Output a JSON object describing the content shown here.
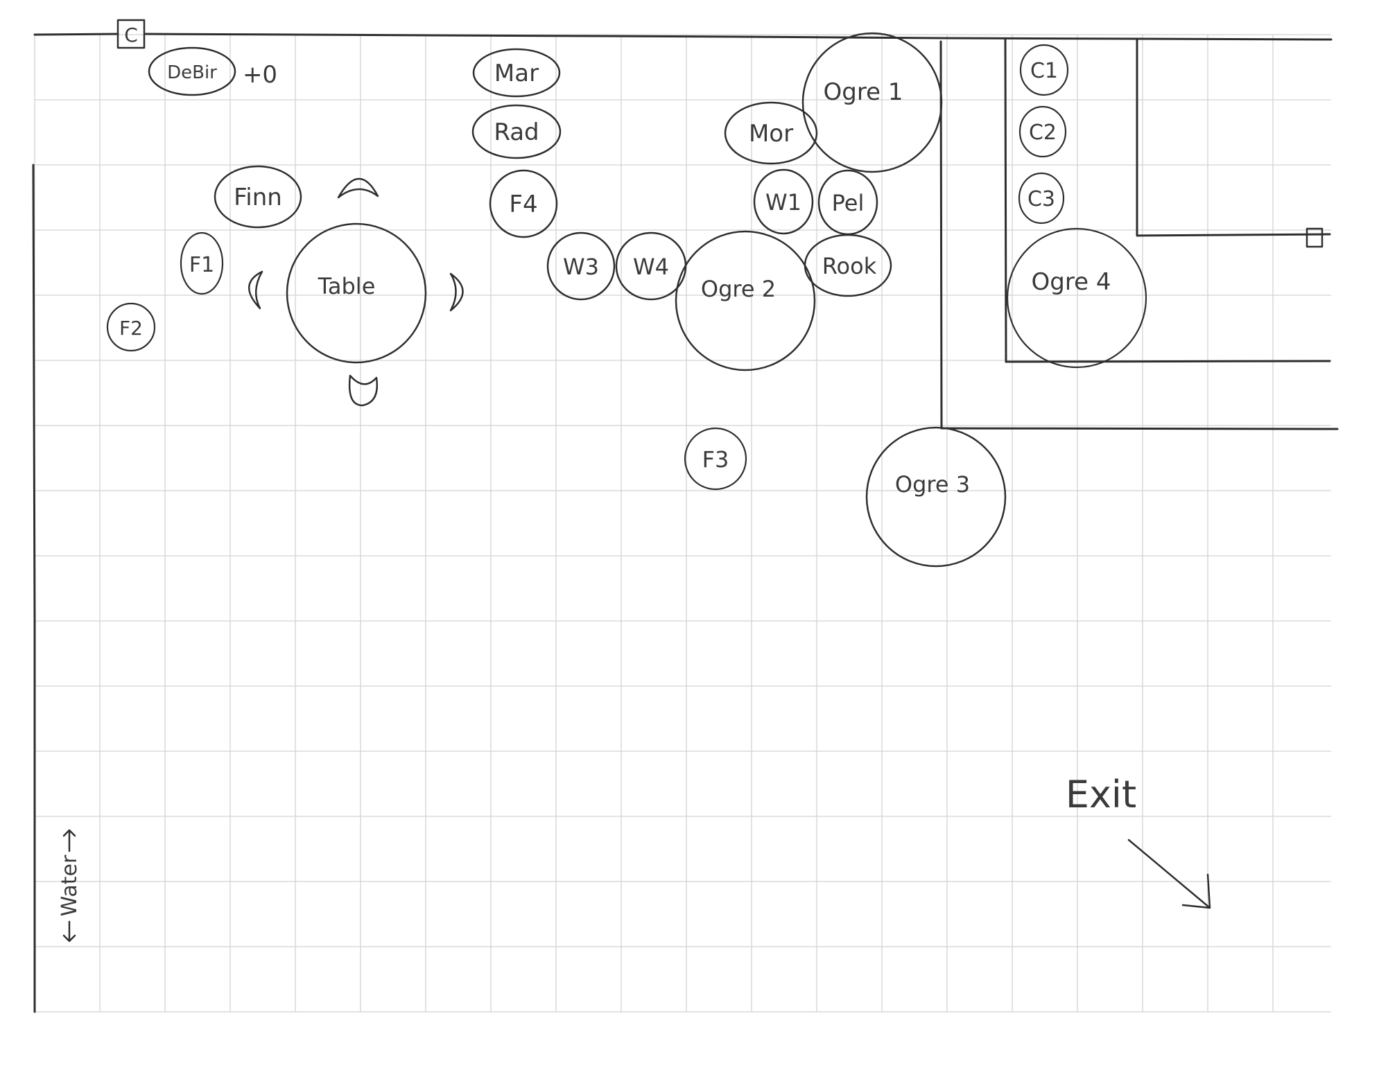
{
  "tokens": {
    "c_corner": "C",
    "debir": "DeBir",
    "debir_note": "+0",
    "mar": "Mar",
    "rad": "Rad",
    "finn": "Finn",
    "f1": "F1",
    "f2": "F2",
    "f3": "F3",
    "f4": "F4",
    "table": "Table",
    "w1": "W1",
    "w3": "W3",
    "w4": "W4",
    "mor": "Mor",
    "pel": "Pel",
    "rook": "Rook",
    "ogre1": "Ogre 1",
    "ogre2": "Ogre 2",
    "ogre3": "Ogre 3",
    "ogre4": "Ogre 4",
    "c1": "C1",
    "c2": "C2",
    "c3": "C3"
  },
  "labels": {
    "exit": "Exit",
    "water": "Water"
  },
  "colors": {
    "ink": "#2e2e2e",
    "grid": "#d2d2d2",
    "paper": "#ffffff"
  }
}
